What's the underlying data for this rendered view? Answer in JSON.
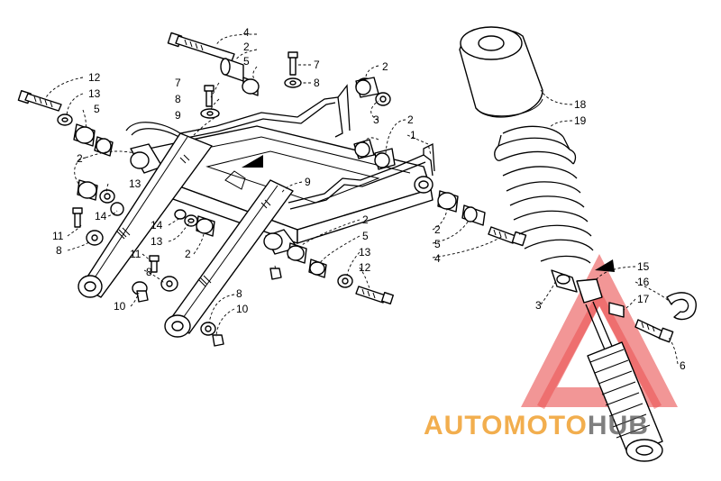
{
  "callouts": [
    {
      "id": "c1",
      "label": "1"
    },
    {
      "id": "c2a",
      "label": "2"
    },
    {
      "id": "c2b",
      "label": "2"
    },
    {
      "id": "c2c",
      "label": "2"
    },
    {
      "id": "c2d",
      "label": "2"
    },
    {
      "id": "c2e",
      "label": "2"
    },
    {
      "id": "c2f",
      "label": "2"
    },
    {
      "id": "c2g",
      "label": "2"
    },
    {
      "id": "c3a",
      "label": "3"
    },
    {
      "id": "c3b",
      "label": "3"
    },
    {
      "id": "c4a",
      "label": "4"
    },
    {
      "id": "c4b",
      "label": "4"
    },
    {
      "id": "c5a",
      "label": "5"
    },
    {
      "id": "c5b",
      "label": "5"
    },
    {
      "id": "c5c",
      "label": "5"
    },
    {
      "id": "c5d",
      "label": "5"
    },
    {
      "id": "c6",
      "label": "6"
    },
    {
      "id": "c7a",
      "label": "7"
    },
    {
      "id": "c7b",
      "label": "7"
    },
    {
      "id": "c8a",
      "label": "8"
    },
    {
      "id": "c8b",
      "label": "8"
    },
    {
      "id": "c8c",
      "label": "8"
    },
    {
      "id": "c8d",
      "label": "8"
    },
    {
      "id": "c8e",
      "label": "8"
    },
    {
      "id": "c9a",
      "label": "9"
    },
    {
      "id": "c9b",
      "label": "9"
    },
    {
      "id": "c10a",
      "label": "10"
    },
    {
      "id": "c10b",
      "label": "10"
    },
    {
      "id": "c11a",
      "label": "11"
    },
    {
      "id": "c11b",
      "label": "11"
    },
    {
      "id": "c12a",
      "label": "12"
    },
    {
      "id": "c12b",
      "label": "12"
    },
    {
      "id": "c13a",
      "label": "13"
    },
    {
      "id": "c13b",
      "label": "13"
    },
    {
      "id": "c13c",
      "label": "13"
    },
    {
      "id": "c13d",
      "label": "13"
    },
    {
      "id": "c14a",
      "label": "14"
    },
    {
      "id": "c14b",
      "label": "14"
    },
    {
      "id": "c15",
      "label": "15"
    },
    {
      "id": "c16",
      "label": "16"
    },
    {
      "id": "c17",
      "label": "17"
    },
    {
      "id": "c18",
      "label": "18"
    },
    {
      "id": "c19",
      "label": "19"
    }
  ],
  "watermark": {
    "part1": "AUTO",
    "part2": "MOTO",
    "part3": "HUB",
    "color_main": "#f0a030",
    "color_accent": "#e84040",
    "color_hub": "#555555"
  },
  "colors": {
    "line": "#000000",
    "background": "#ffffff"
  }
}
